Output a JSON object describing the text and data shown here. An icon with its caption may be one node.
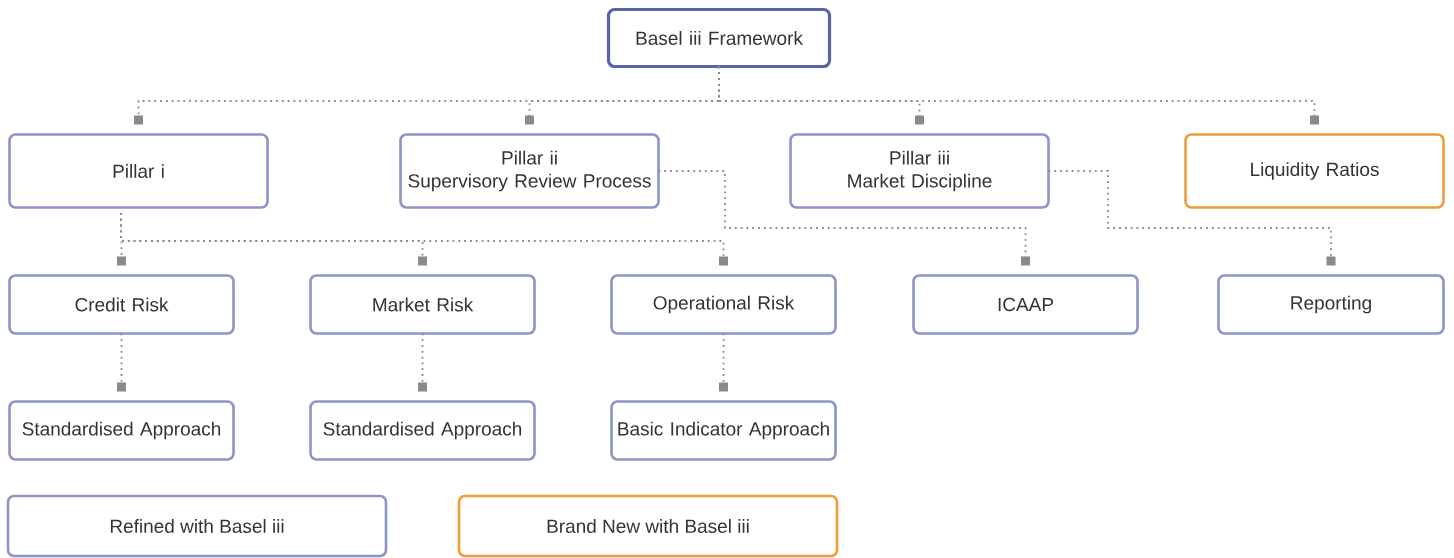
{
  "diagram": {
    "nodes": [
      {
        "text": [
          "Basel iii Framework"
        ]
      },
      {
        "text": [
          "Pillar i"
        ]
      },
      {
        "text": [
          "Pillar ii",
          "Supervisory Review Process"
        ]
      },
      {
        "text": [
          "Pillar iii",
          "Market Discipline"
        ]
      },
      {
        "text": [
          "Liquidity Ratios"
        ]
      },
      {
        "text": [
          "Credit Risk"
        ]
      },
      {
        "text": [
          "Market Risk"
        ]
      },
      {
        "text": [
          "Operational Risk"
        ]
      },
      {
        "text": [
          "ICAAP"
        ]
      },
      {
        "text": [
          "Reporting"
        ]
      },
      {
        "text": [
          "Standardised Approach"
        ]
      },
      {
        "text": [
          "Standardised Approach"
        ]
      },
      {
        "text": [
          "Basic Indicator Approach"
        ]
      }
    ],
    "edges": [
      {
        "from": 0,
        "to": 1,
        "arrow": "other",
        "style": "dashed"
      },
      {
        "from": 0,
        "to": 2,
        "arrow": "other",
        "style": "dashed"
      },
      {
        "from": 0,
        "to": 3,
        "arrow": "other",
        "style": "dashed"
      },
      {
        "from": 0,
        "to": 4,
        "arrow": "other",
        "style": "dashed"
      },
      {
        "from": 1,
        "to": 5,
        "arrow": "other",
        "style": "dashed"
      },
      {
        "from": 1,
        "to": 6,
        "arrow": "other",
        "style": "dashed"
      },
      {
        "from": 1,
        "to": 7,
        "arrow": "other",
        "style": "dashed"
      },
      {
        "from": 2,
        "to": 8,
        "arrow": "other",
        "style": "dashed"
      },
      {
        "from": 3,
        "to": 9,
        "arrow": "other",
        "style": "dashed"
      },
      {
        "from": 5,
        "to": 10,
        "arrow": "other",
        "style": "dashed"
      },
      {
        "from": 6,
        "to": 11,
        "arrow": "other",
        "style": "dashed"
      },
      {
        "from": 7,
        "to": 12,
        "arrow": "other",
        "style": "dashed"
      }
    ],
    "legend": [
      {
        "text": "Refined with Basel iii",
        "color": "#8c94c8"
      },
      {
        "text": "Brand New with Basel iii",
        "color": "#f39a3a"
      }
    ]
  }
}
